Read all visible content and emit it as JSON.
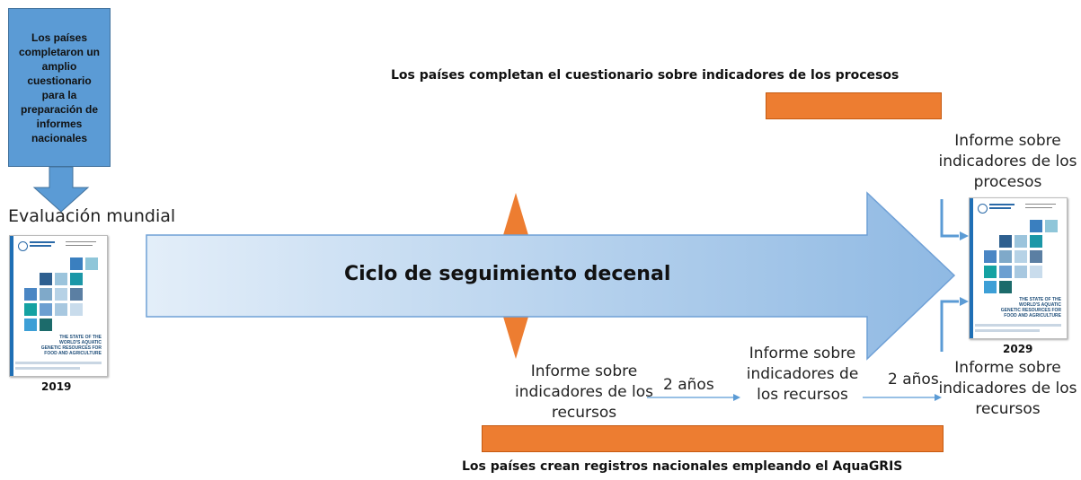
{
  "top_box": {
    "text": "Los países completaron un amplio cuestionario para la preparación de informes nacionales"
  },
  "left": {
    "label": "Evaluación mundial",
    "year": "2019"
  },
  "main_arrow": {
    "label": "Ciclo de seguimiento decenal"
  },
  "top_caption": "Los países completan el cuestionario sobre indicadores de los procesos",
  "bottom_caption": "Los países crean registros nacionales empleando el AquaGRIS",
  "right": {
    "process_report": "Informe sobre indicadores de los procesos",
    "year": "2029",
    "resource_report": "Informe sobre indicadores de los recursos"
  },
  "middle": {
    "report_1": "Informe sobre indicadores de los recursos",
    "interval_1": "2 años",
    "report_2": "Informe sobre indicadores de los recursos",
    "interval_2": "2 años"
  },
  "colors": {
    "box_blue": "#5b9bd5",
    "orange": "#ed7d31",
    "arrow_light": "#dbe8f6",
    "arrow_dark": "#9dc3e6",
    "thin_arrow": "#5b9bd5"
  }
}
